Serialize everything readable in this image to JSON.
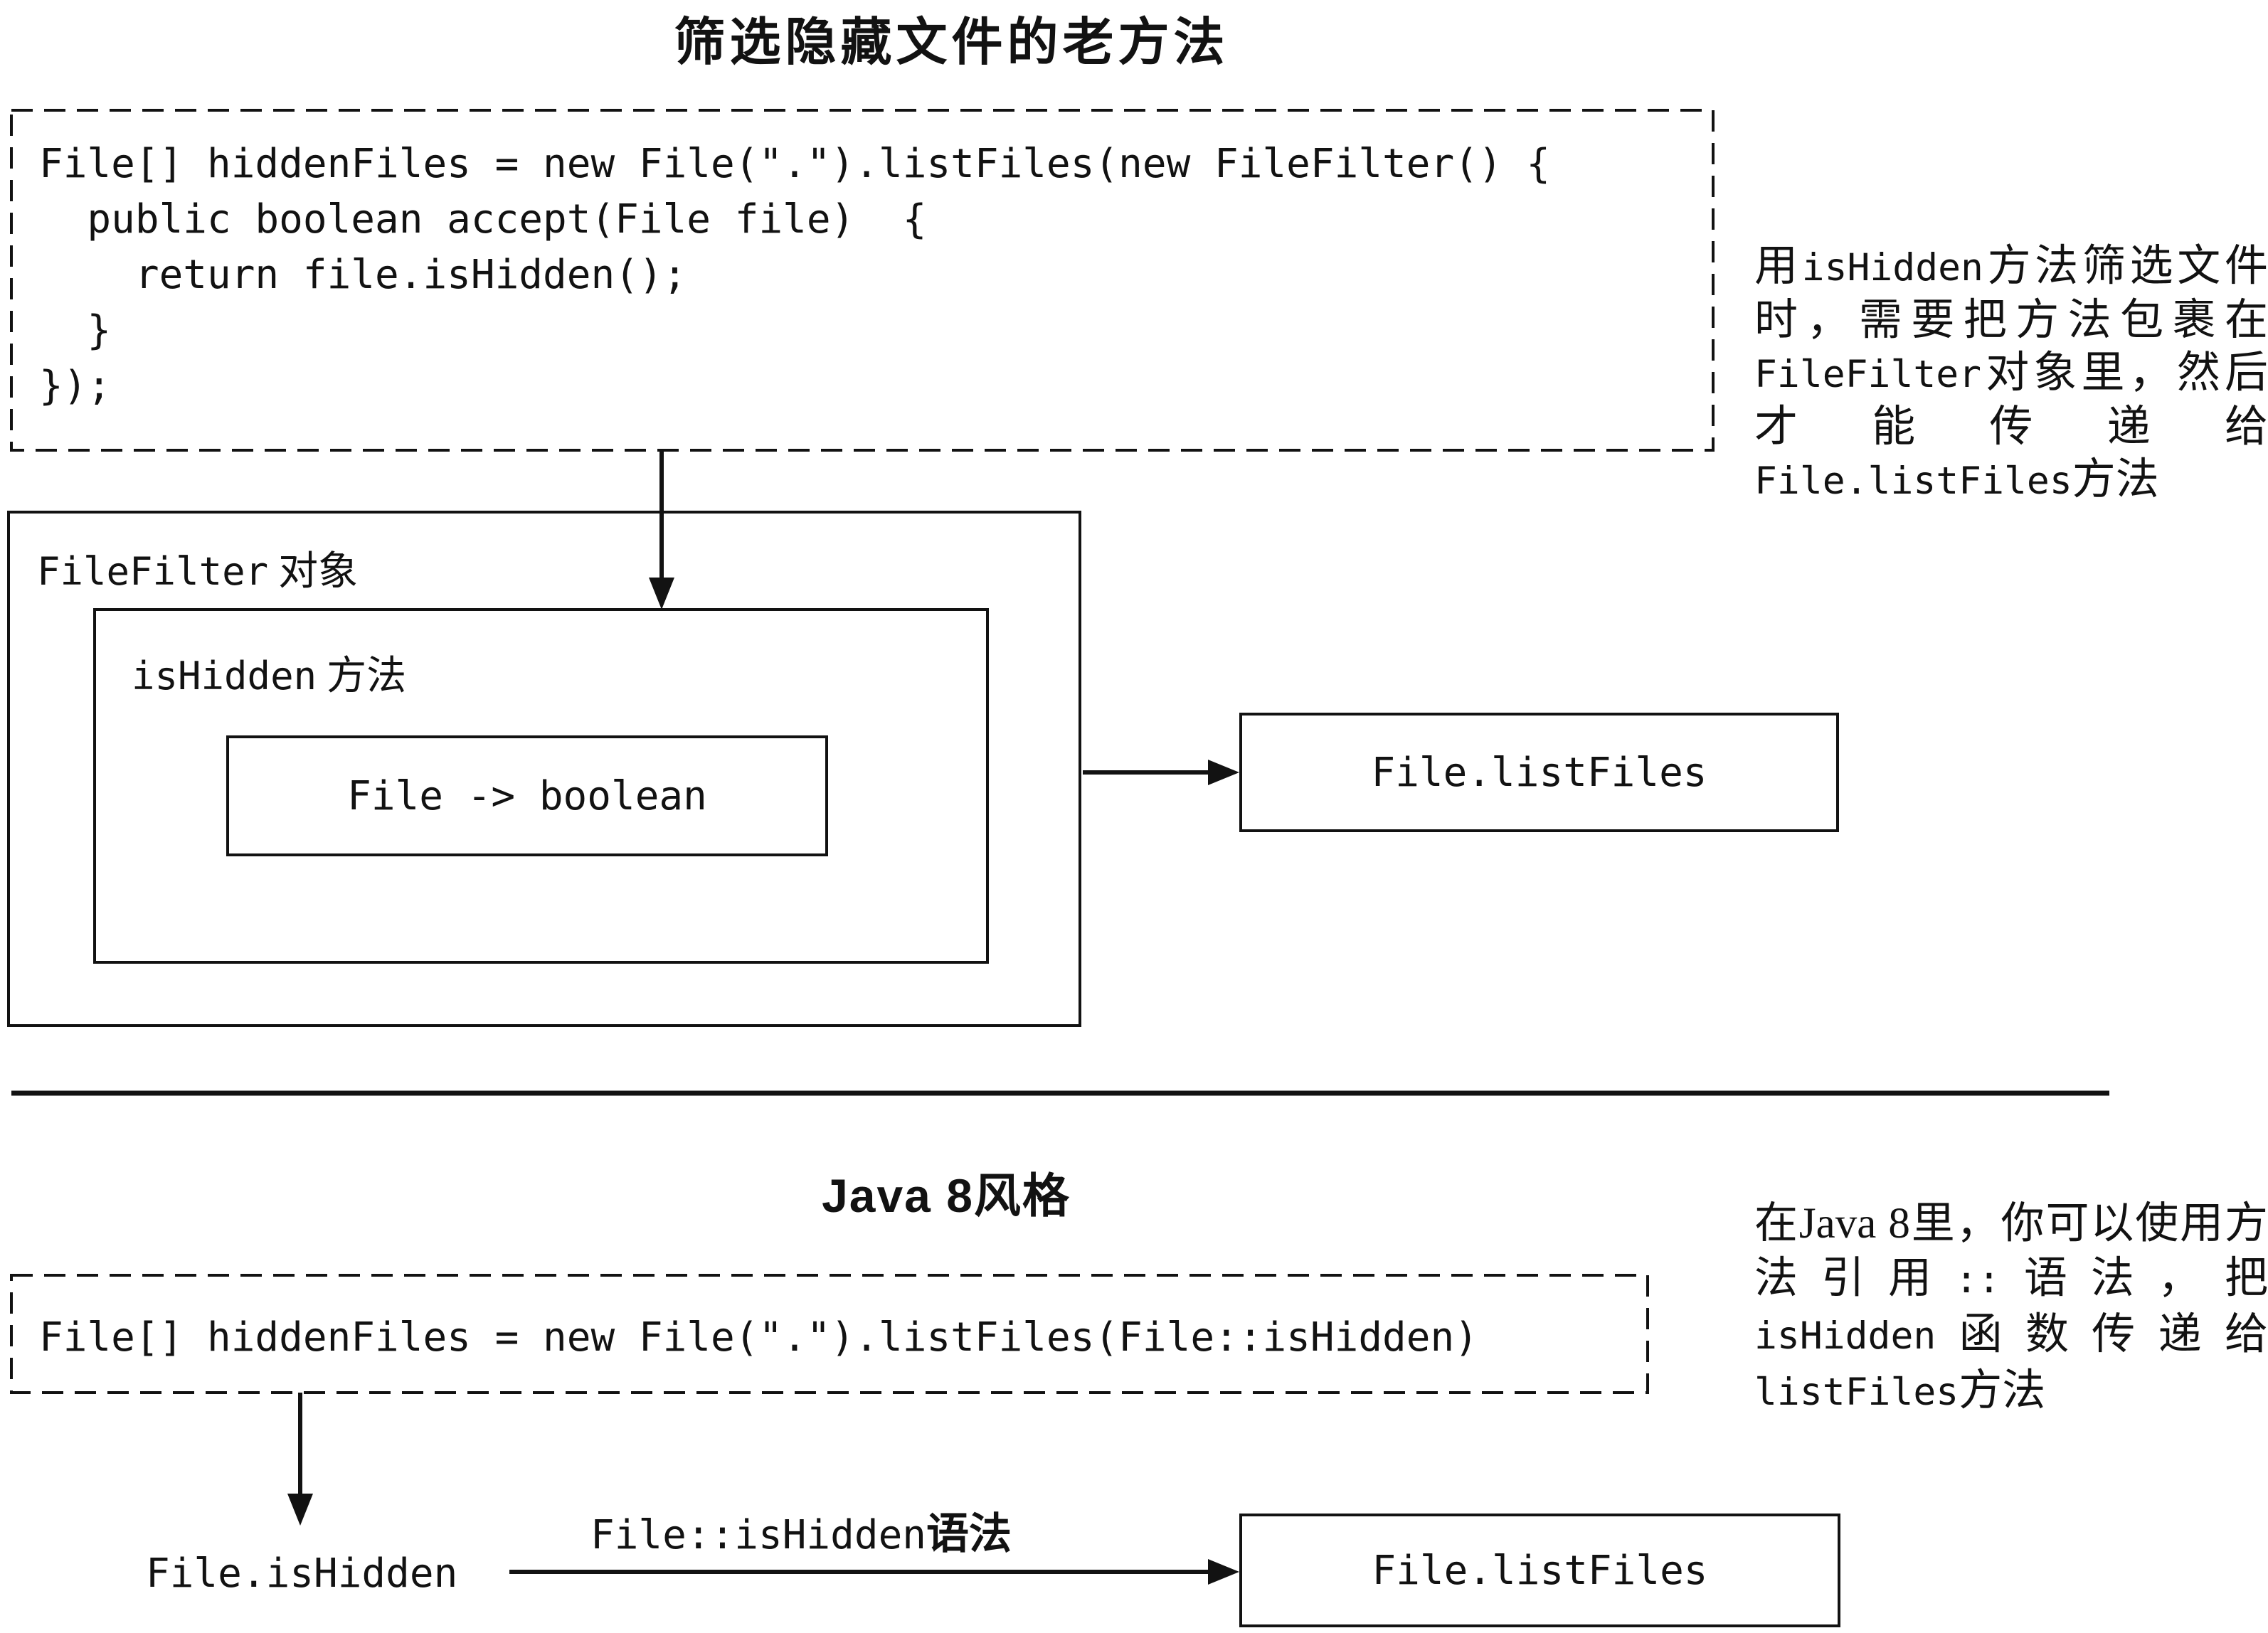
{
  "colors": {
    "ink": "#121212",
    "bg": "#ffffff"
  },
  "old_way": {
    "title": "筛选隐藏文件的老方法",
    "code": "File[] hiddenFiles = new File(\".\").listFiles(new FileFilter() {\n  public boolean accept(File file)  {\n    return file.isHidden();\n  }\n});",
    "filefilter_box": {
      "label_code": "FileFilter",
      "label_cn": " 对象"
    },
    "ishidden_box": {
      "label_code": "isHidden",
      "label_cn": " 方法"
    },
    "lambda_box": {
      "text": "File -> boolean"
    },
    "listfiles_box": {
      "text": "File.listFiles"
    },
    "annotation": [
      "用",
      "isHidden",
      "方法筛选文件时，需要把方法包裹在",
      "FileFilter",
      "对象里，然后才能传递给",
      "File.listFiles",
      "方法"
    ]
  },
  "java8": {
    "title": "Java 8风格",
    "code": "File[] hiddenFiles = new File(\".\").listFiles(File::isHidden)",
    "method_ref_text": "File.isHidden",
    "syntax_label": {
      "code": "File::isHidden",
      "cn": "语法"
    },
    "listfiles_box": {
      "text": "File.listFiles"
    },
    "annotation": [
      "在Java 8里，你可以使用方法引用",
      "::",
      "语法，把",
      "isHidden",
      "函数传递给",
      "listFiles",
      "方法"
    ]
  }
}
